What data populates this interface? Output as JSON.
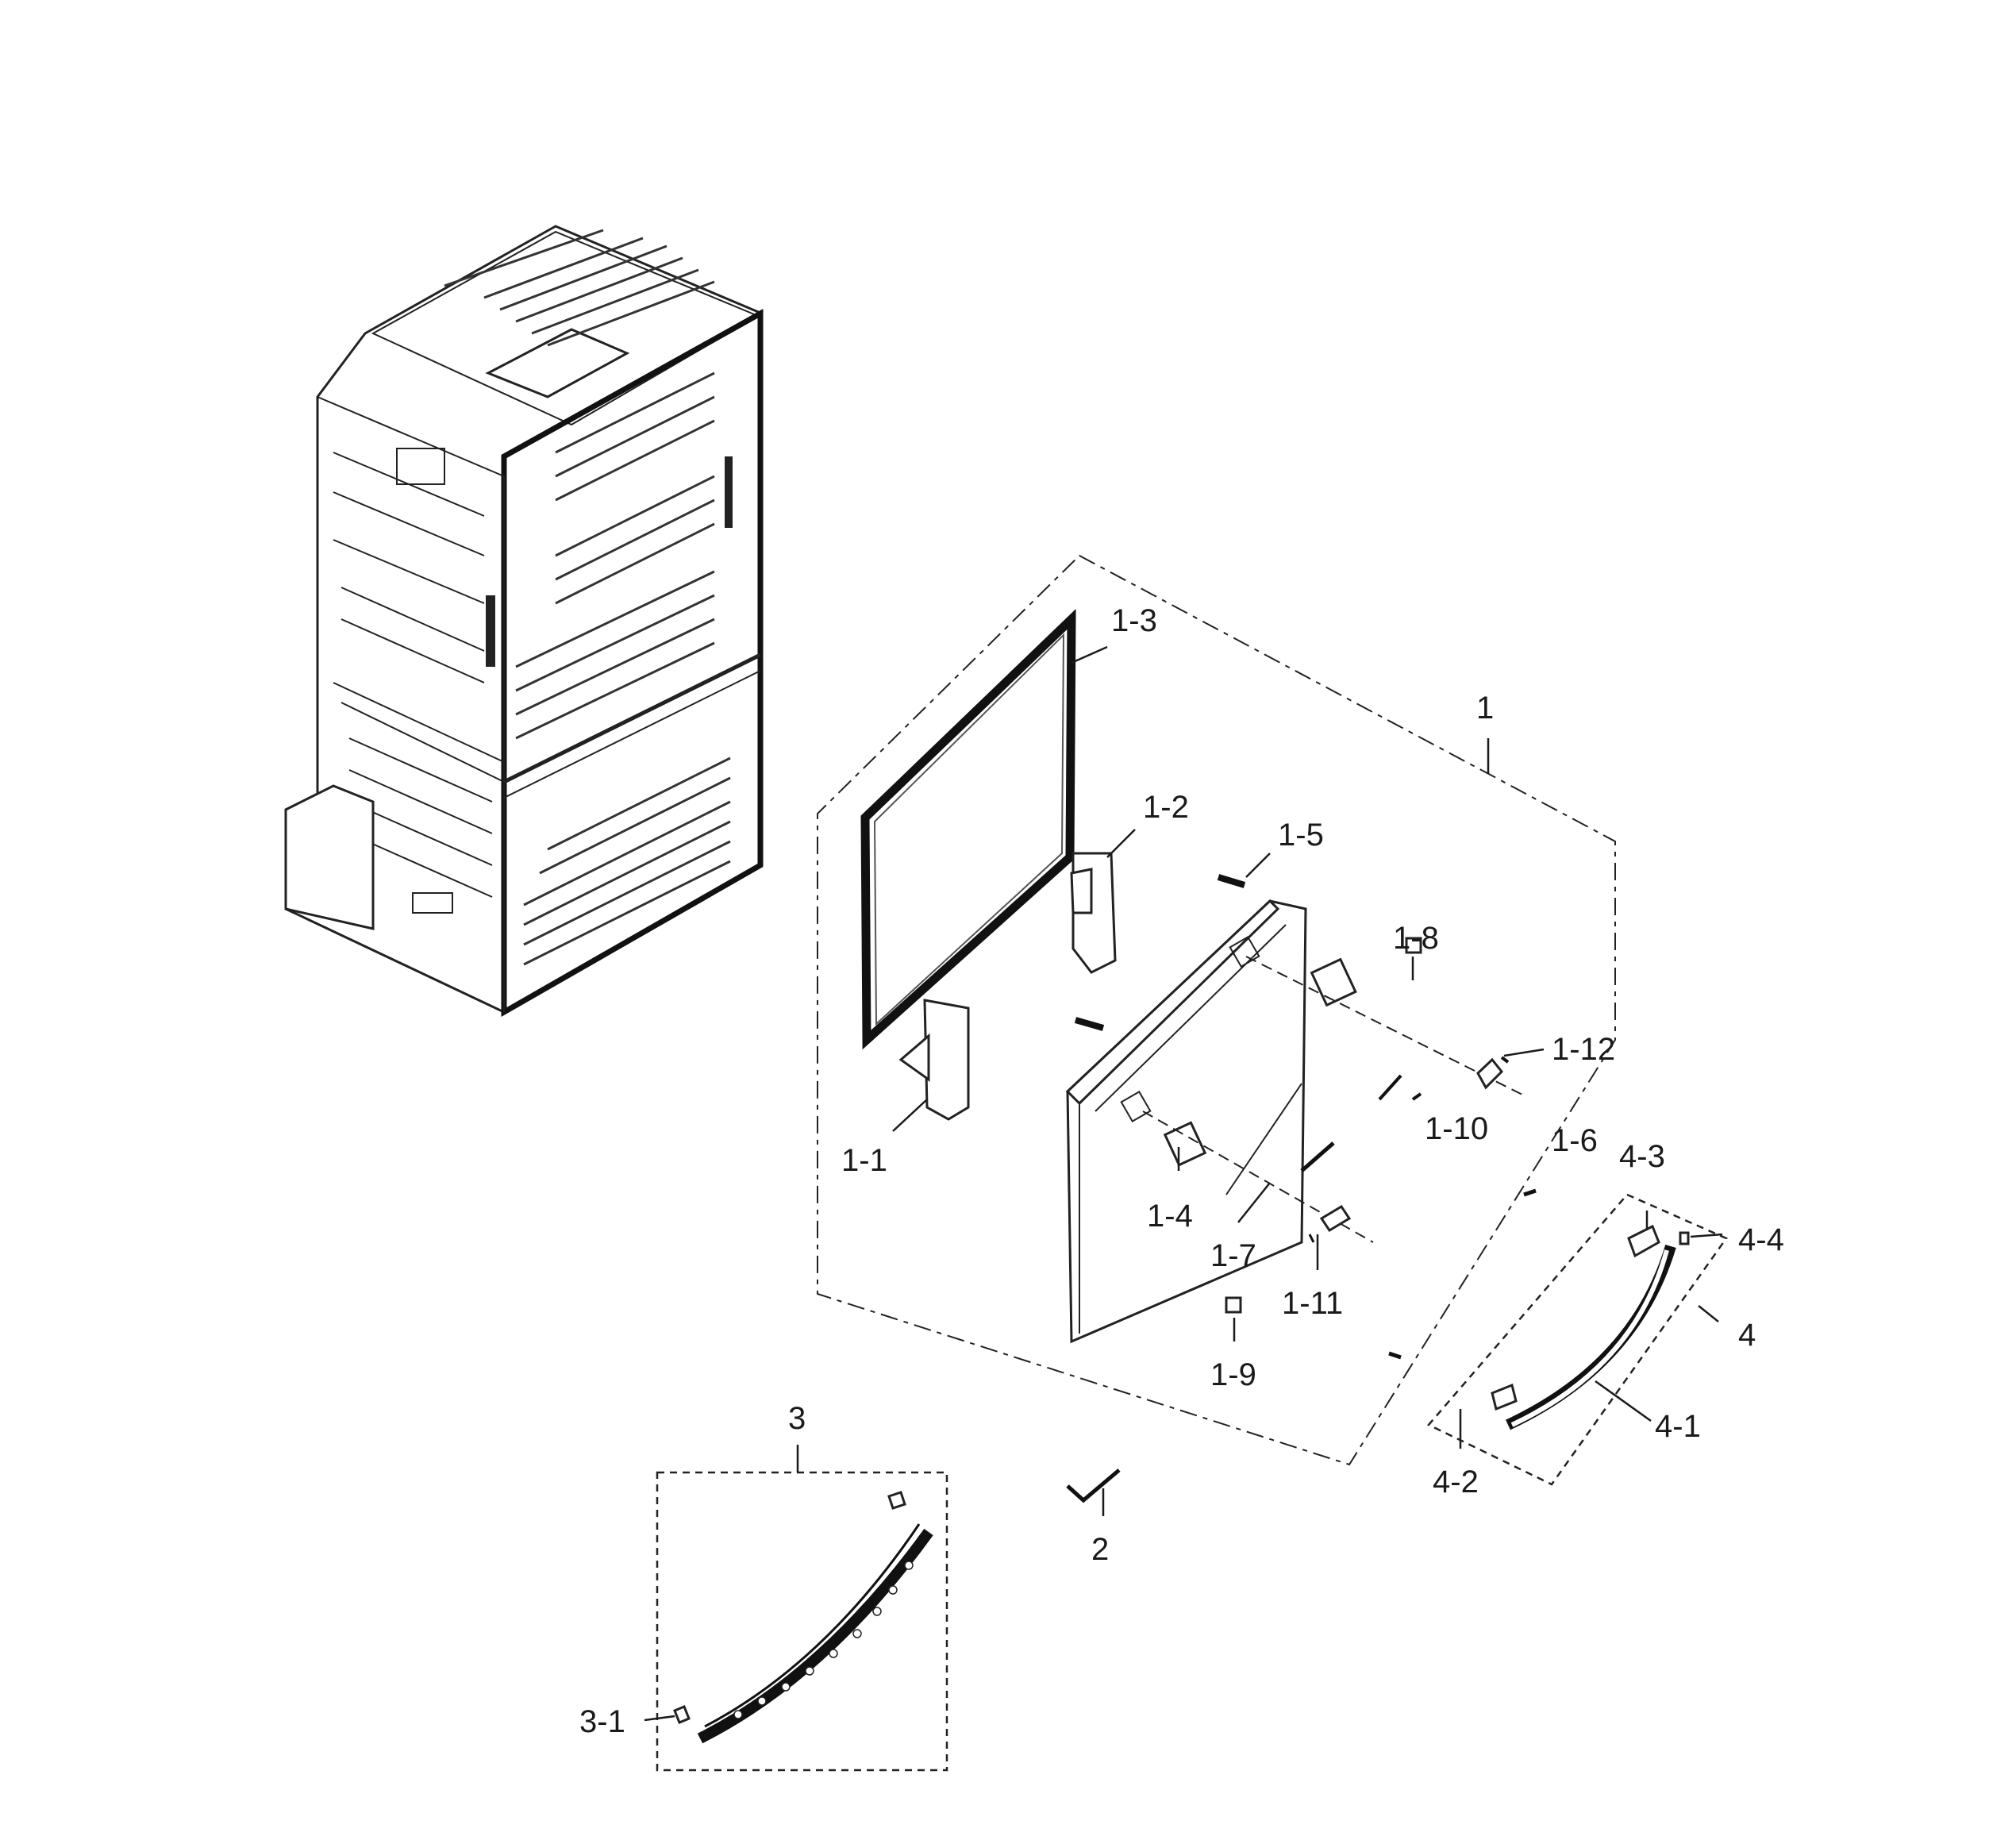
{
  "labels": {
    "l1": "1",
    "l1_1": "1-1",
    "l1_2": "1-2",
    "l1_3": "1-3",
    "l1_4": "1-4",
    "l1_5": "1-5",
    "l1_6": "1-6",
    "l1_7": "1-7",
    "l1_8": "1-8",
    "l1_9": "1-9",
    "l1_10": "1-10",
    "l1_11": "1-11",
    "l1_12": "1-12",
    "l2": "2",
    "l3": "3",
    "l3_1": "3-1",
    "l4": "4",
    "l4_1": "4-1",
    "l4_2": "4-2",
    "l4_3": "4-3",
    "l4_4": "4-4"
  }
}
